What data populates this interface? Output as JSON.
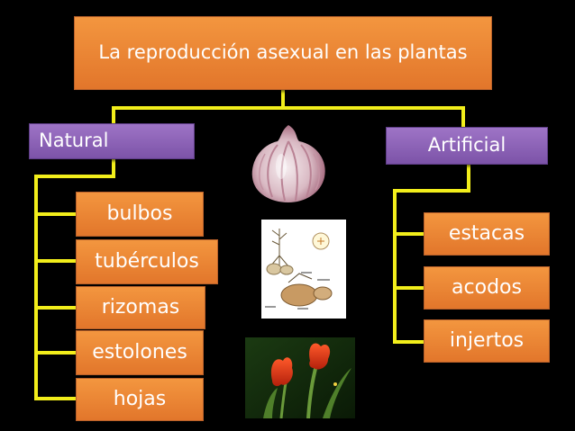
{
  "title": "La reproducción asexual en las plantas",
  "natural": {
    "label": "Natural",
    "items": [
      "bulbos",
      "tubérculos",
      "rizomas",
      "estolones",
      "hojas"
    ]
  },
  "artificial": {
    "label": "Artificial",
    "items": [
      "estacas",
      "acodos",
      "injertos"
    ]
  },
  "colors": {
    "background": "#000000",
    "orange_box": "#e9852f",
    "purple_box": "#8a5fb5",
    "connector": "#f2ee1b"
  },
  "images": [
    "garlic-image",
    "tuber-diagram-image",
    "tulip-image"
  ]
}
